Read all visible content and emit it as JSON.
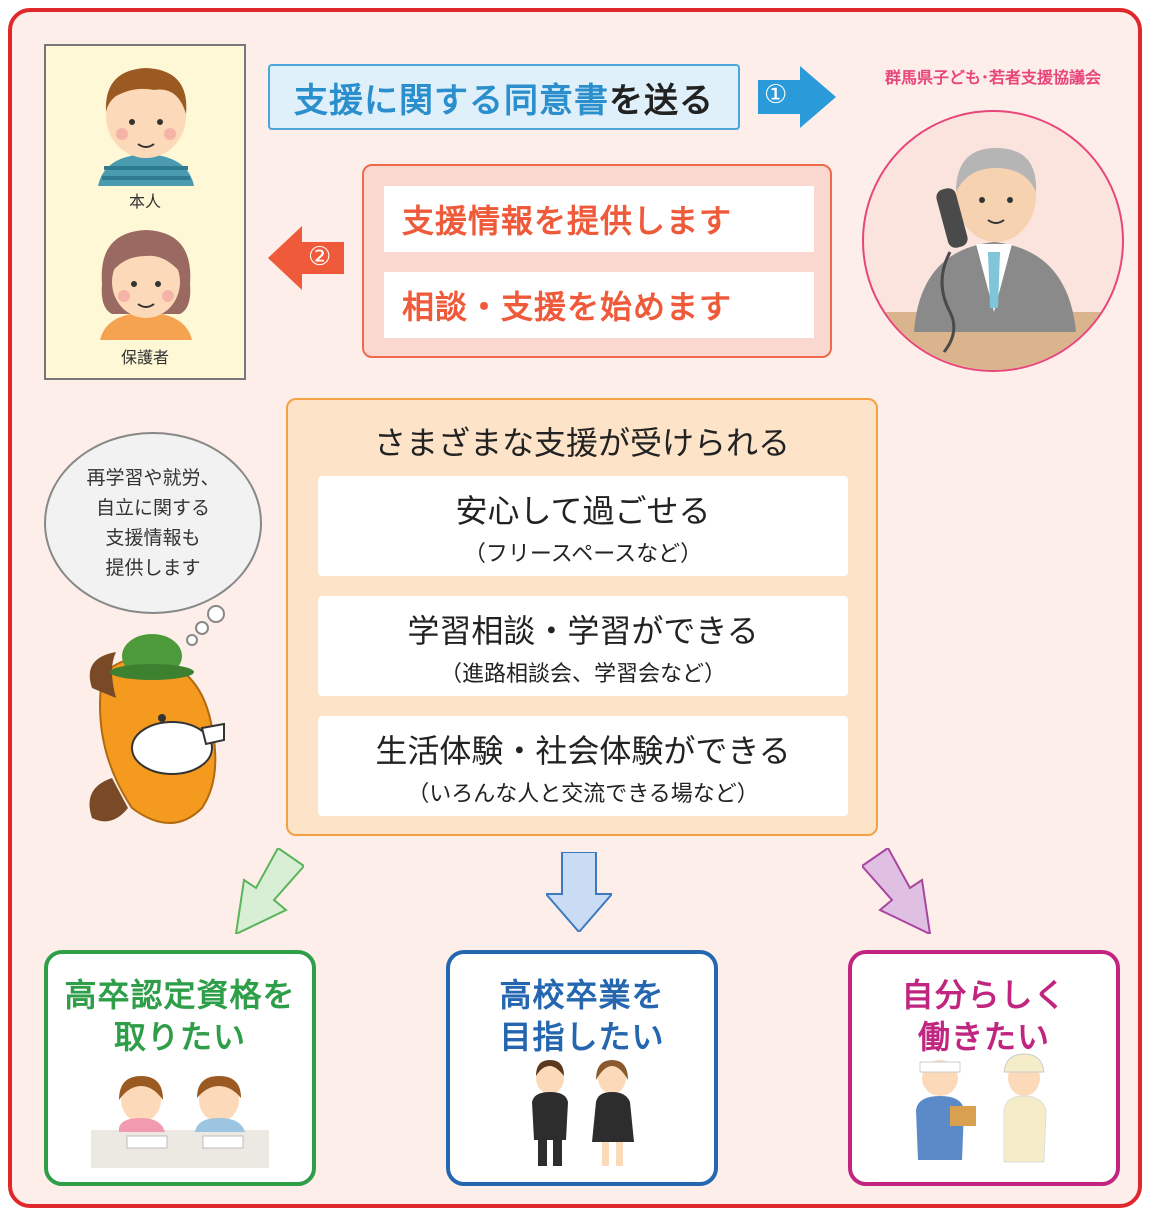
{
  "colors": {
    "frame": "#e0272b",
    "consent": "#2a8fcc",
    "info": "#ef5a3a",
    "support_border": "#f4a043",
    "goal1": "#2e9e49",
    "goal2": "#2467b0",
    "goal3": "#c0267f",
    "org": "#e8467b"
  },
  "family": {
    "child_label": "本人",
    "guardian_label": "保護者"
  },
  "consent": {
    "highlight": "支援に関する同意書",
    "rest": "を送る"
  },
  "step1": {
    "number": "①"
  },
  "step2": {
    "number": "②"
  },
  "organization": {
    "name": "群馬県子ども･若者支援協議会"
  },
  "info": {
    "items": [
      "支援情報を提供します",
      "相談・支援を始めます"
    ]
  },
  "support": {
    "title": "さまざまな支援が受けられる",
    "items": [
      {
        "main": "安心して過ごせる",
        "sub": "（フリースペースなど）"
      },
      {
        "main": "学習相談・学習ができる",
        "sub": "（進路相談会、学習会など）"
      },
      {
        "main": "生活体験・社会体験ができる",
        "sub": "（いろんな人と交流できる場など）"
      }
    ]
  },
  "bubble": {
    "lines": [
      "再学習や就労、",
      "自立に関する",
      "支援情報も",
      "提供します"
    ]
  },
  "goals": [
    {
      "line1": "高卒認定資格を",
      "line2": "取りたい"
    },
    {
      "line1": "高校卒業を",
      "line2": "目指したい"
    },
    {
      "line1": "自分らしく",
      "line2": "働きたい"
    }
  ]
}
